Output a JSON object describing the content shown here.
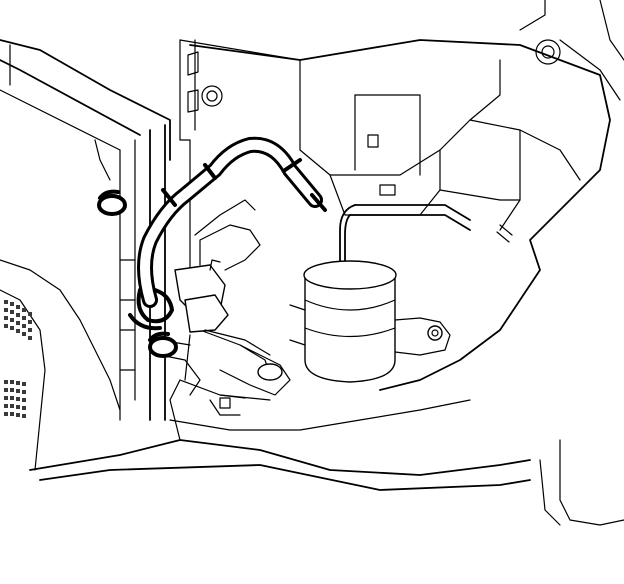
{
  "colors": {
    "background": "#ffffff",
    "line": "#000000",
    "grill": "#3a3a3a"
  },
  "icons": {
    "highlighted_part": "hose-assembly",
    "seals": "o-ring-seals",
    "component": "receiver-drier-canister"
  }
}
